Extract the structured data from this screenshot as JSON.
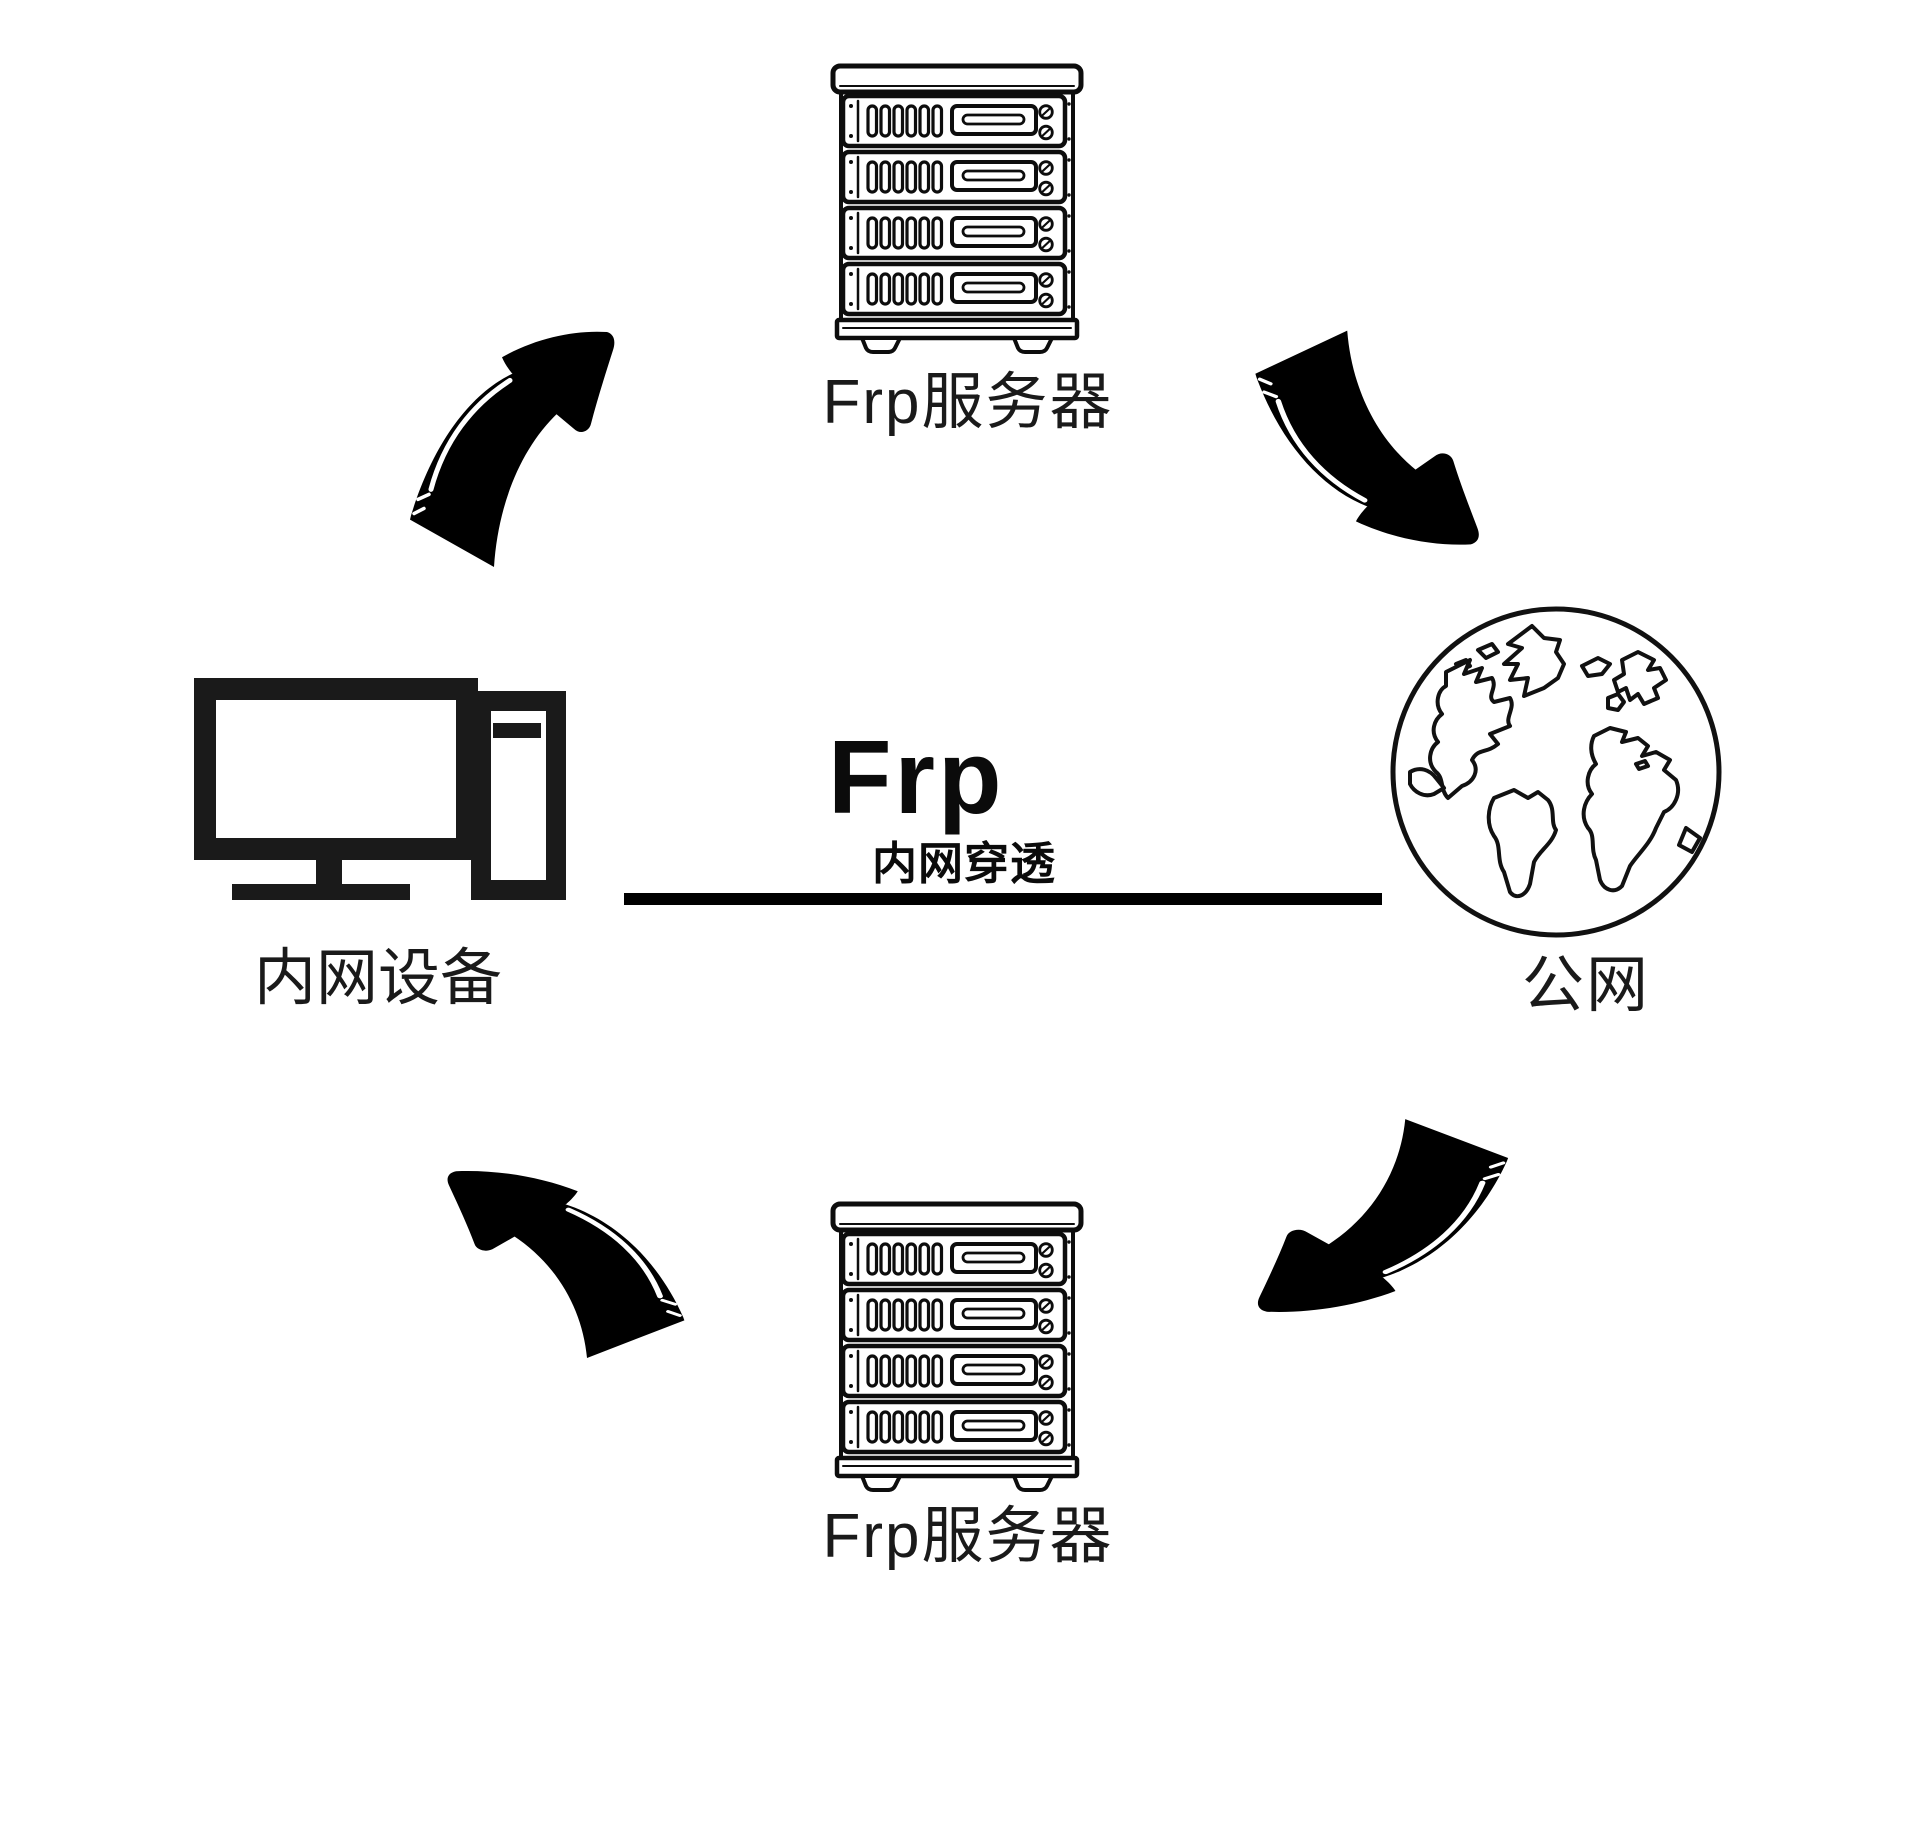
{
  "page": {
    "background": "#ffffff",
    "ink": "#000000"
  },
  "diagram": {
    "center": {
      "title": "Frp",
      "subtitle": "内网穿透"
    },
    "nodes": {
      "frp_server_top": {
        "label": "Frp服务器",
        "icon": "server-rack-icon"
      },
      "public_network": {
        "label": "公网",
        "icon": "globe-icon"
      },
      "frp_server_bottom": {
        "label": "Frp服务器",
        "icon": "server-rack-icon"
      },
      "intranet_device": {
        "label": "内网设备",
        "icon": "desktop-computer-icon"
      }
    },
    "arrows": [
      {
        "id": "arrow-top-left",
        "direction": "northeast",
        "from": "intranet_device",
        "to": "frp_server_top"
      },
      {
        "id": "arrow-top-right",
        "direction": "southeast",
        "from": "frp_server_top",
        "to": "public_network"
      },
      {
        "id": "arrow-bottom-right",
        "direction": "southwest",
        "from": "public_network",
        "to": "frp_server_bottom"
      },
      {
        "id": "arrow-bottom-left",
        "direction": "northwest",
        "from": "frp_server_bottom",
        "to": "intranet_device"
      }
    ]
  }
}
